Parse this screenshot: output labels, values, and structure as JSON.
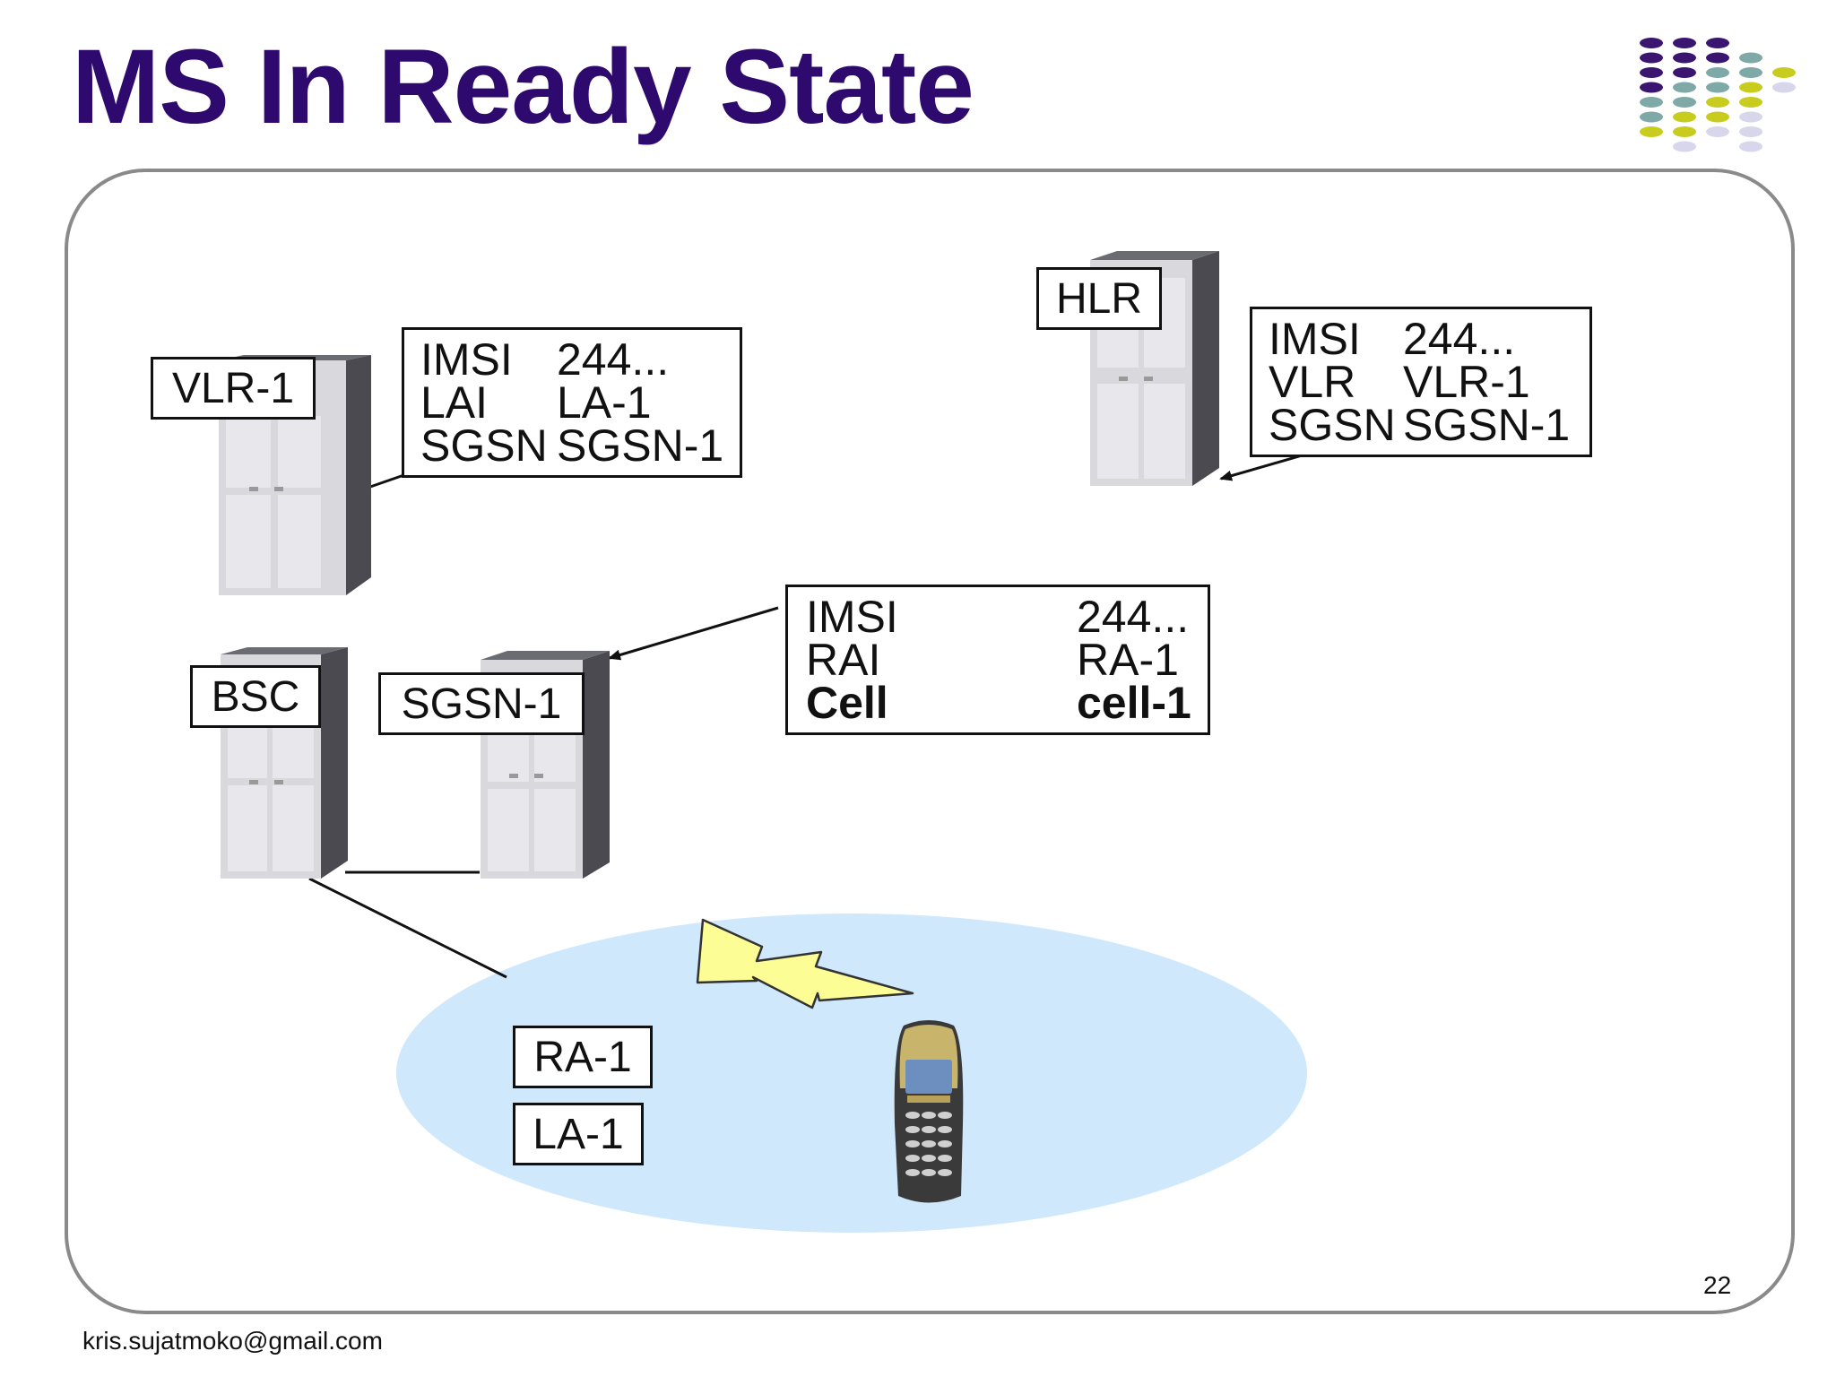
{
  "slide": {
    "title": "MS In Ready State",
    "footer_email": "kris.sujatmoko@gmail.com",
    "page_number": "22"
  },
  "colors": {
    "title": "#2e0a6e",
    "ellipse_fill": "#cfe8fb",
    "lightning": "#fdfd96",
    "dot_purple": "#3b1670",
    "dot_teal": "#7fa9a6",
    "dot_yellow": "#c8cc1e",
    "dot_lavender": "#d8d6ea"
  },
  "nodes": {
    "vlr": "VLR-1",
    "hlr": "HLR",
    "bsc": "BSC",
    "sgsn": "SGSN-1",
    "ra": "RA-1",
    "la": "LA-1"
  },
  "vlr_table": [
    {
      "key": "IMSI",
      "value": "244..."
    },
    {
      "key": "LAI",
      "value": "LA-1"
    },
    {
      "key": "SGSN",
      "value": "SGSN-1"
    }
  ],
  "hlr_table": [
    {
      "key": "IMSI",
      "value": "244..."
    },
    {
      "key": "VLR",
      "value": "VLR-1"
    },
    {
      "key": "SGSN",
      "value": "SGSN-1"
    }
  ],
  "sgsn_table": [
    {
      "key": "IMSI",
      "value": "244..."
    },
    {
      "key": "RAI",
      "value": "RA-1"
    },
    {
      "key": "Cell",
      "value": "cell-1"
    }
  ],
  "icons": [
    "server-icon",
    "mobile-phone-icon",
    "lightning-icon",
    "dot-grid-logo"
  ]
}
